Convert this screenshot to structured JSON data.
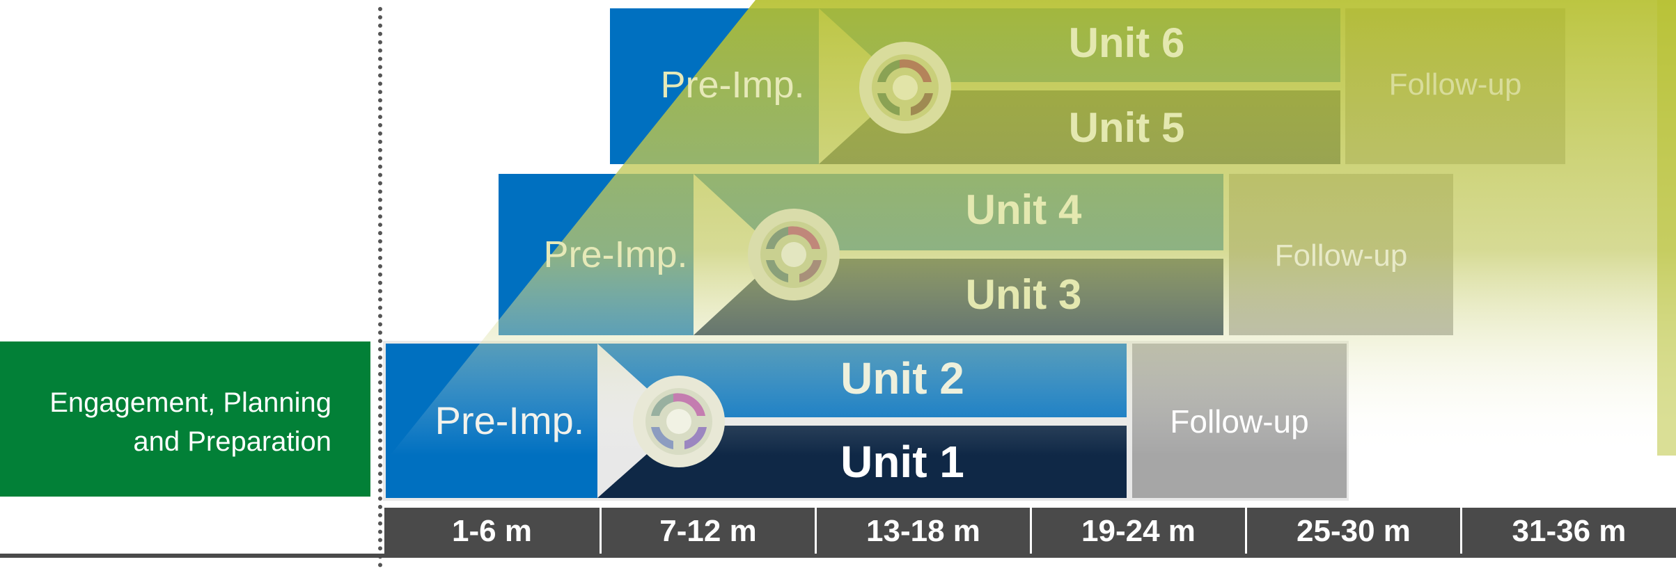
{
  "engagement": {
    "label_line1": "Engagement, Planning",
    "label_line2": "and Preparation"
  },
  "phases": [
    {
      "pre_label": "Pre-Imp.",
      "unit_top": "Unit 6",
      "unit_bottom": "Unit 5",
      "follow_label": "Follow-up"
    },
    {
      "pre_label": "Pre-Imp.",
      "unit_top": "Unit 4",
      "unit_bottom": "Unit 3",
      "follow_label": "Follow-up"
    },
    {
      "pre_label": "Pre-Imp.",
      "unit_top": "Unit 2",
      "unit_bottom": "Unit 1",
      "follow_label": "Follow-up"
    }
  ],
  "timeline": [
    "1-6 m",
    "7-12 m",
    "13-18 m",
    "19-24 m",
    "25-30 m",
    "31-36 m"
  ],
  "colors": {
    "engagement": "#028037",
    "pre_imp_blue": "#0070c0",
    "unit_dark": "#0f2846",
    "follow_gray": "#a6a6a6",
    "overlay_green": "#b5bf3d",
    "axis": "#4a4a4a"
  },
  "icons": {
    "cycle": "circular-arrows-icon"
  }
}
